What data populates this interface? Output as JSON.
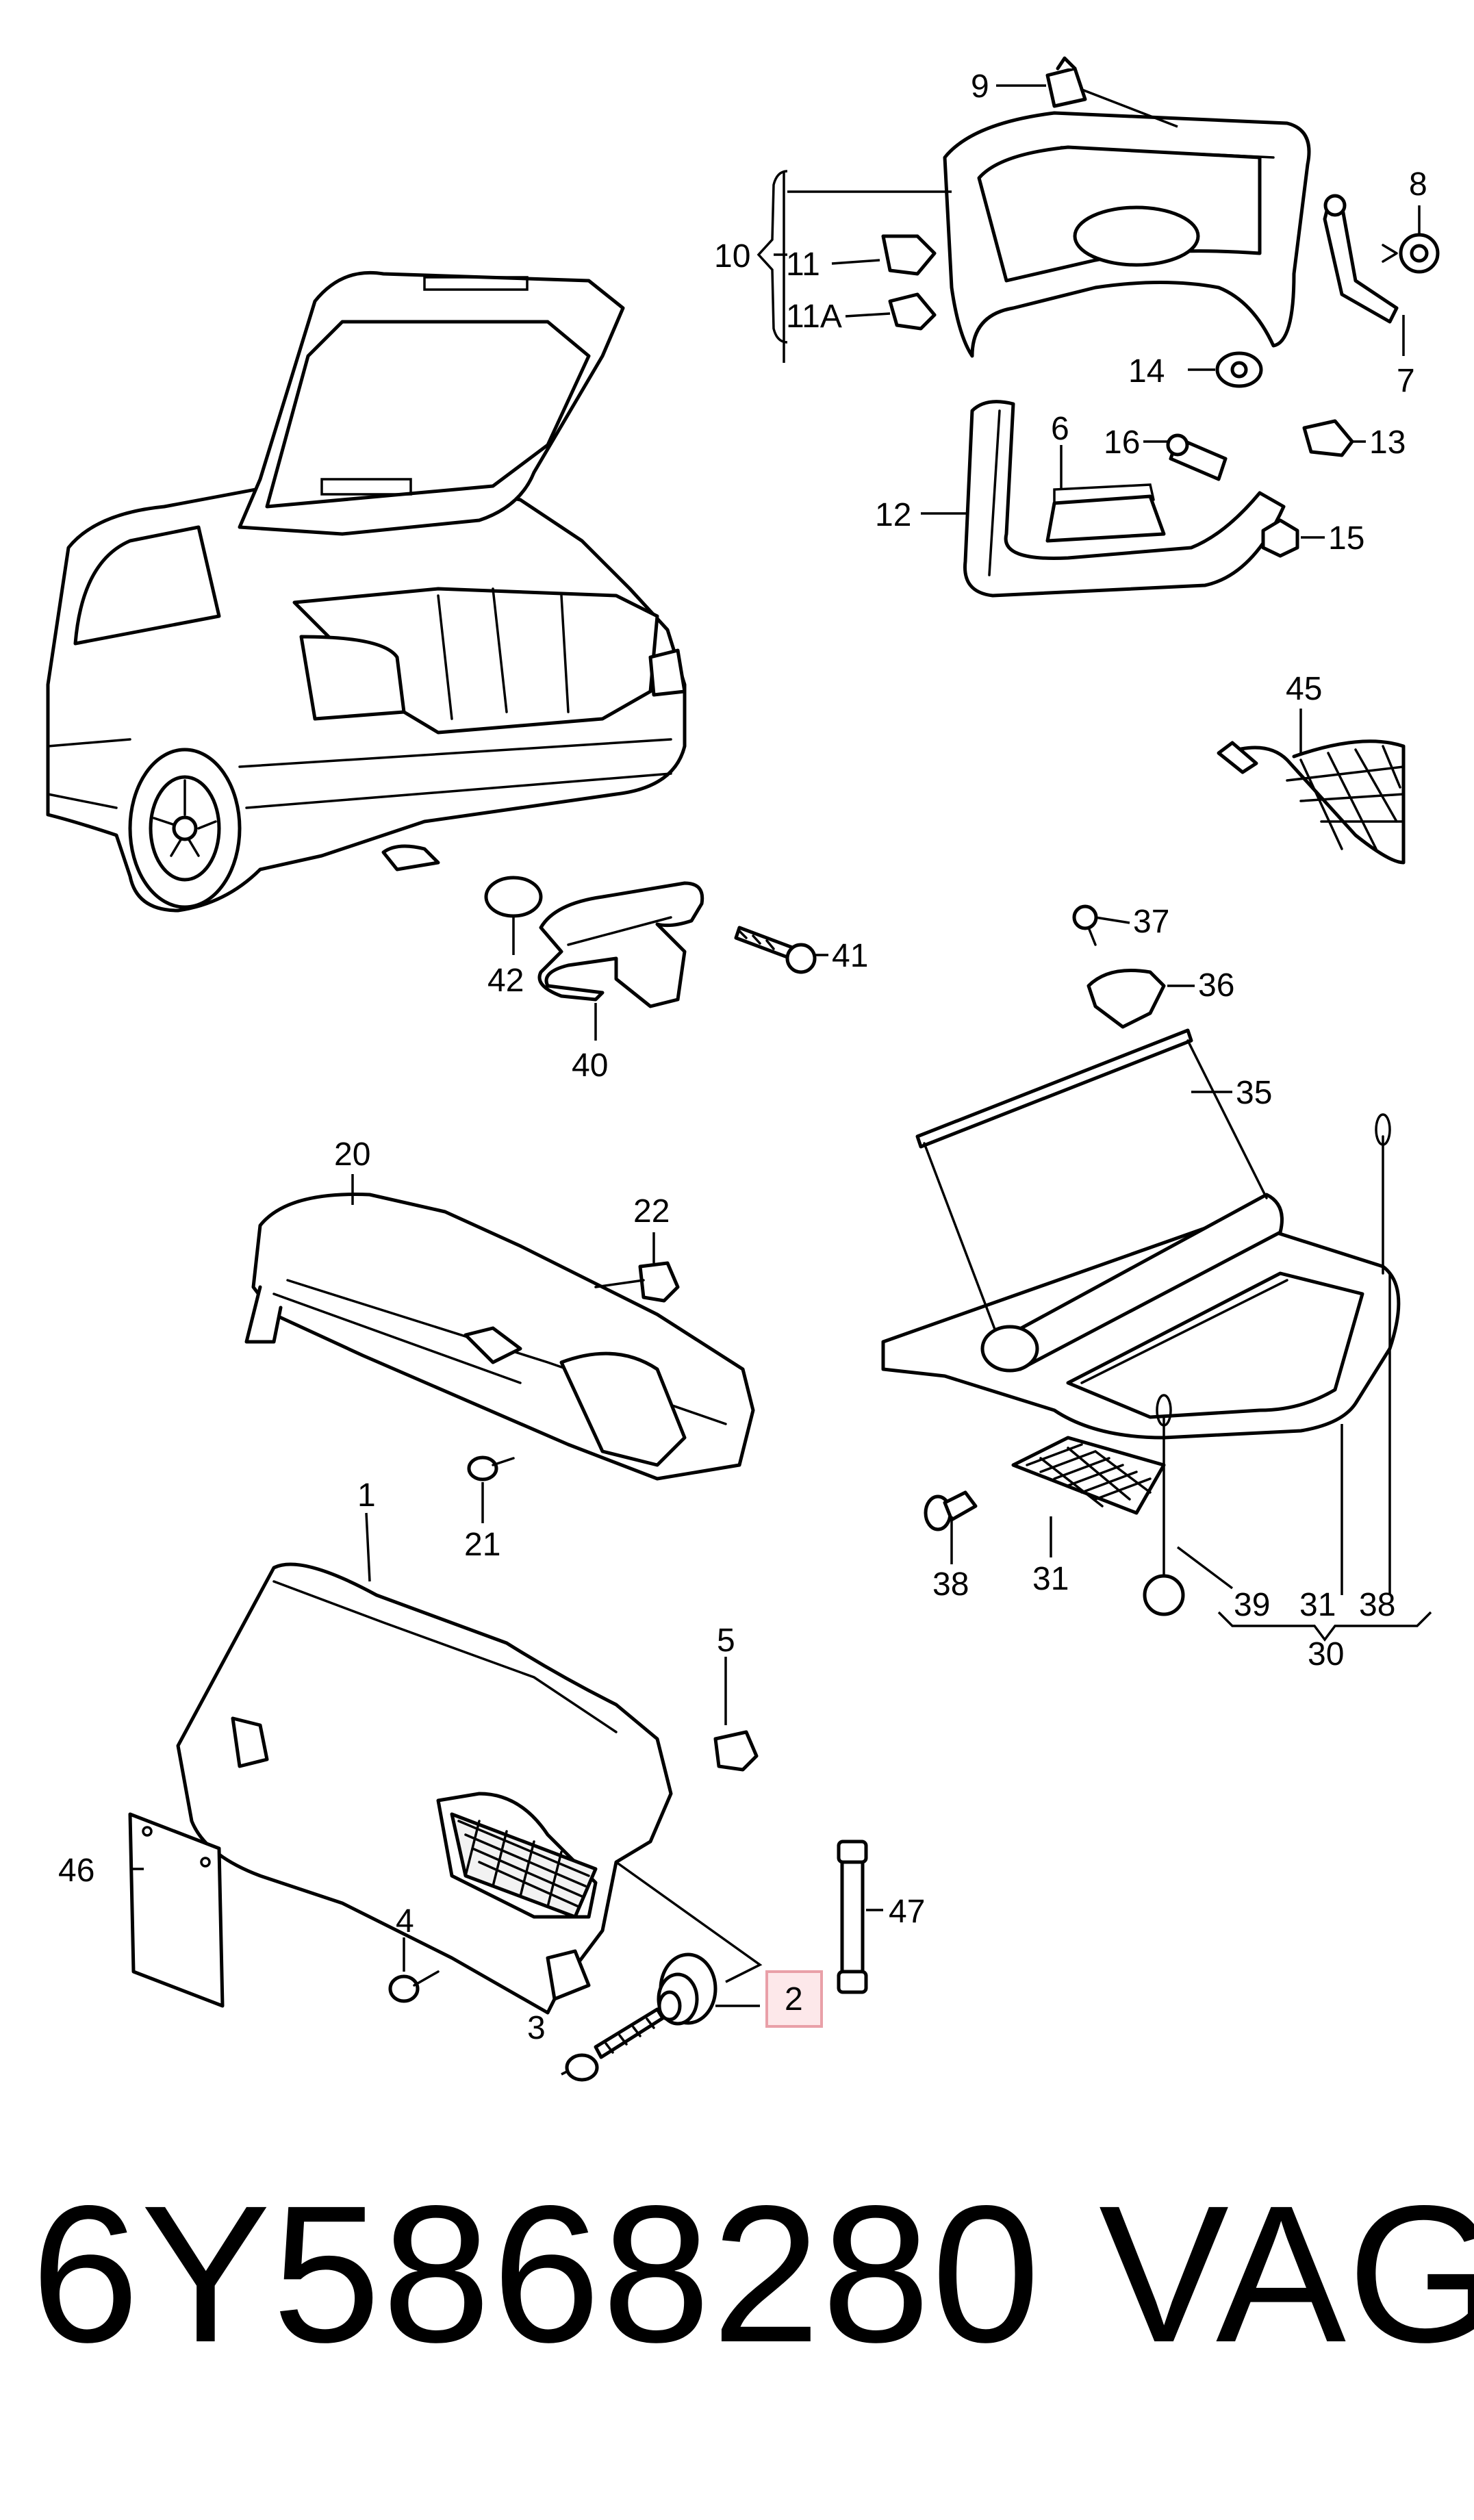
{
  "diagram": {
    "callouts": {
      "c9": "9",
      "c8": "8",
      "c10": "10",
      "c11": "11",
      "c11a": "11A",
      "c7": "7",
      "c14": "14",
      "c6": "6",
      "c16": "16",
      "c13": "13",
      "c12": "12",
      "c15": "15",
      "c45": "45",
      "c42": "42",
      "c41": "41",
      "c40": "40",
      "c37": "37",
      "c36": "36",
      "c35": "35",
      "c20": "20",
      "c22": "22",
      "c21": "21",
      "c1": "1",
      "c38a": "38",
      "c31a": "31",
      "c39": "39",
      "c31b": "31",
      "c38b": "38",
      "c30": "30",
      "c5": "5",
      "c46": "46",
      "c4": "4",
      "c47": "47",
      "c2": "2",
      "c3": "3"
    },
    "highlighted_callout": "2",
    "highlight_color": "#e9a0a8"
  },
  "footer": {
    "part_number": "6Y5868280",
    "brand": "VAG"
  }
}
